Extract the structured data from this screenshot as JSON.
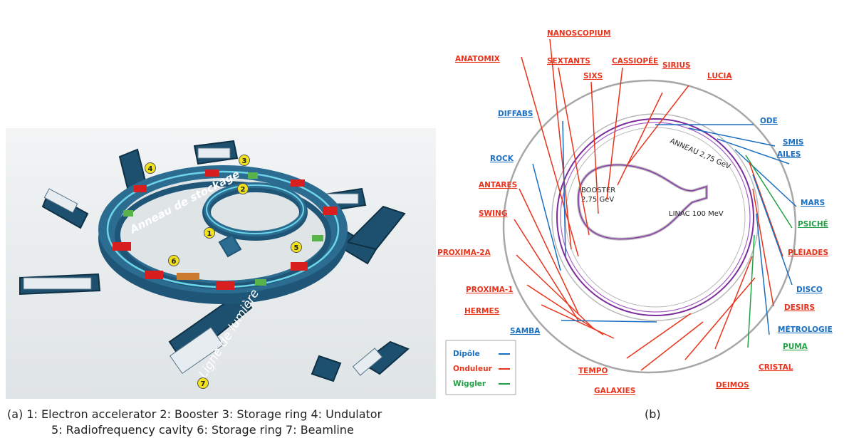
{
  "caption_a_line1": "(a) 1: Electron accelerator 2: Booster 3: Storage ring 4: Undulator",
  "caption_a_line2": "5: Radiofrequency cavity 6: Storage ring 7: Beamline",
  "caption_b": "(b)",
  "panel_a": {
    "ring_text": "Anneau de stockage",
    "beamline_text": "Ligne de lumière",
    "markers": [
      "1",
      "2",
      "3",
      "4",
      "5",
      "6",
      "7"
    ]
  },
  "panel_b": {
    "ring_label": "ANNEAU 2,75 GeV",
    "booster_line1": "BOOSTER",
    "booster_line2": "2,75 GeV",
    "linac_label": "LINAC 100 MeV",
    "legend": [
      {
        "label": "Dipôle",
        "color": "#1b6fc0"
      },
      {
        "label": "Onduleur",
        "color": "#e8341c"
      },
      {
        "label": "Wiggler",
        "color": "#22a045"
      }
    ],
    "beamlines": [
      {
        "name": "NANOSCOPIUM",
        "type": "Onduleur"
      },
      {
        "name": "ANATOMIX",
        "type": "Onduleur"
      },
      {
        "name": "SEXTANTS",
        "type": "Onduleur"
      },
      {
        "name": "SIXS",
        "type": "Onduleur"
      },
      {
        "name": "CASSIOPÉE",
        "type": "Onduleur"
      },
      {
        "name": "SIRIUS",
        "type": "Onduleur"
      },
      {
        "name": "LUCIA",
        "type": "Onduleur"
      },
      {
        "name": "DIFFABS",
        "type": "Dipôle"
      },
      {
        "name": "ODE",
        "type": "Dipôle"
      },
      {
        "name": "SMIS",
        "type": "Dipôle"
      },
      {
        "name": "AILES",
        "type": "Dipôle"
      },
      {
        "name": "ROCK",
        "type": "Dipôle"
      },
      {
        "name": "ANTARES",
        "type": "Onduleur"
      },
      {
        "name": "SWING",
        "type": "Onduleur"
      },
      {
        "name": "MARS",
        "type": "Dipôle"
      },
      {
        "name": "PSICHÉ",
        "type": "Wiggler"
      },
      {
        "name": "PROXIMA-2A",
        "type": "Onduleur"
      },
      {
        "name": "PLÉIADES",
        "type": "Onduleur"
      },
      {
        "name": "PROXIMA-1",
        "type": "Onduleur"
      },
      {
        "name": "DISCO",
        "type": "Dipôle"
      },
      {
        "name": "HERMES",
        "type": "Onduleur"
      },
      {
        "name": "DESIRS",
        "type": "Onduleur"
      },
      {
        "name": "SAMBA",
        "type": "Dipôle"
      },
      {
        "name": "MÉTROLOGIE",
        "type": "Dipôle"
      },
      {
        "name": "PUMA",
        "type": "Wiggler"
      },
      {
        "name": "CRISTAL",
        "type": "Onduleur"
      },
      {
        "name": "TEMPO",
        "type": "Onduleur"
      },
      {
        "name": "DEIMOS",
        "type": "Onduleur"
      },
      {
        "name": "GALAXIES",
        "type": "Onduleur"
      }
    ]
  }
}
